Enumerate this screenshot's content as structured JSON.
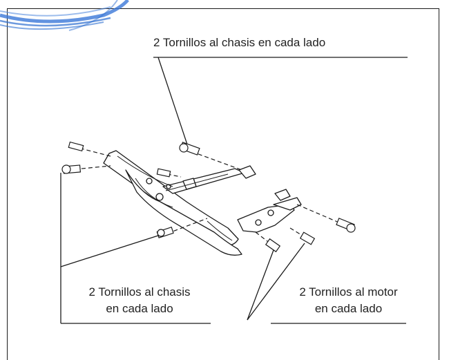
{
  "callouts": {
    "top": "2 Tornillos al chasis en cada lado",
    "left": [
      "2 Tornillos al chasis",
      "en cada lado"
    ],
    "right": [
      "2 Tornillos al motor",
      "en cada lado"
    ]
  },
  "colors": {
    "ink": "#1a1a1a",
    "stamp": "#2f6fd0"
  },
  "icons": {
    "stamp": "blue-ink-stamp-corner"
  }
}
